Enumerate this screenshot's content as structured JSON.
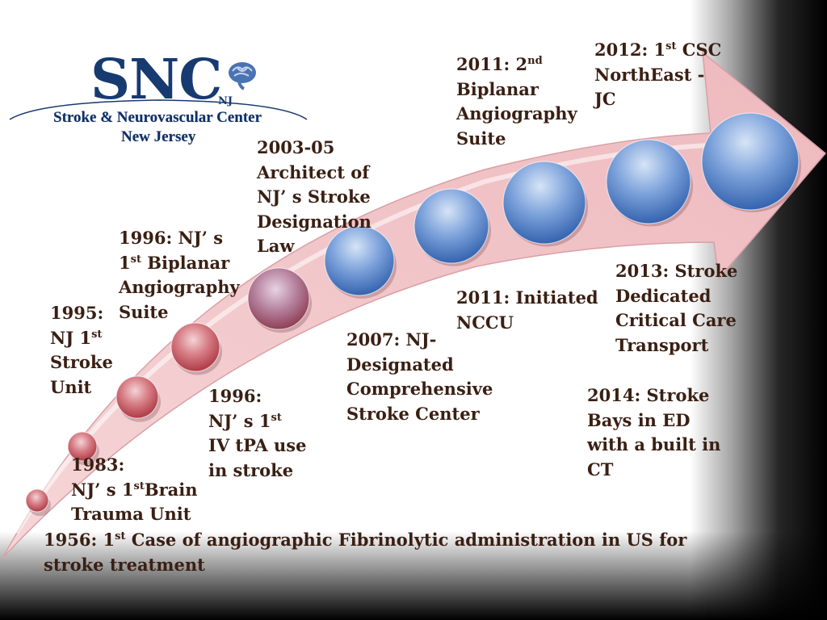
{
  "logo": {
    "acronym": "SNC",
    "state_abbr": "NJ",
    "subtitle_line1": "Stroke & Neurovascular Center",
    "subtitle_line2": "New Jersey"
  },
  "milestones": [
    {
      "id": "1956",
      "lines": [
        {
          "t": "1956: 1"
        },
        {
          "sup": "st"
        },
        {
          "t": " Case of angiographic Fibrinolytic administration in US for"
        }
      ],
      "line2": "stroke treatment"
    },
    {
      "id": "1983",
      "l1": "1983:",
      "l2a": "NJ’ s 1",
      "l2sup": "st",
      "l2b": "Brain",
      "l3": "Trauma Unit"
    },
    {
      "id": "1995",
      "l1": "1995:",
      "l2a": "NJ 1",
      "l2sup": "st",
      "l3": "Stroke",
      "l4": "Unit"
    },
    {
      "id": "1996a",
      "l1": "1996:",
      "l2a": "NJ’ s 1",
      "l2sup": "st",
      "l3": "IV tPA use",
      "l4": "in stroke"
    },
    {
      "id": "1996b",
      "l1": "1996: NJ’ s",
      "l2a": "1",
      "l2sup": "st",
      "l2b": " Biplanar",
      "l3": "Angiography",
      "l4": "Suite"
    },
    {
      "id": "2003",
      "l1": "2003-05",
      "l2": "Architect of",
      "l3": "NJ’ s Stroke",
      "l4": "Designation",
      "l5": "Law"
    },
    {
      "id": "2007",
      "l1": "2007: NJ-",
      "l2": "Designated",
      "l3": "Comprehensive",
      "l4": "Stroke Center"
    },
    {
      "id": "2011a",
      "l1": "2011: Initiated",
      "l2": "NCCU"
    },
    {
      "id": "2011b",
      "l1a": "2011:  2",
      "l1sup": "nd",
      "l2": "Biplanar",
      "l3": "Angiography",
      "l4": "Suite"
    },
    {
      "id": "2012",
      "l1a": "2012:  1",
      "l1sup": "st",
      "l1b": " CSC",
      "l2": "NorthEast -",
      "l3": "JC"
    },
    {
      "id": "2013",
      "l1": "2013:  Stroke",
      "l2": "Dedicated",
      "l3": "Critical Care",
      "l4": "Transport"
    },
    {
      "id": "2014",
      "l1": "2014:  Stroke",
      "l2": "Bays in ED",
      "l3": "with a built in",
      "l4": "CT"
    }
  ],
  "colors": {
    "text": "#3a1f13",
    "arrow_fill": "#f2c9cc",
    "circle_red": "#c0404a",
    "circle_blue": "#3f6fbf",
    "logo_blue": "#173a70"
  }
}
